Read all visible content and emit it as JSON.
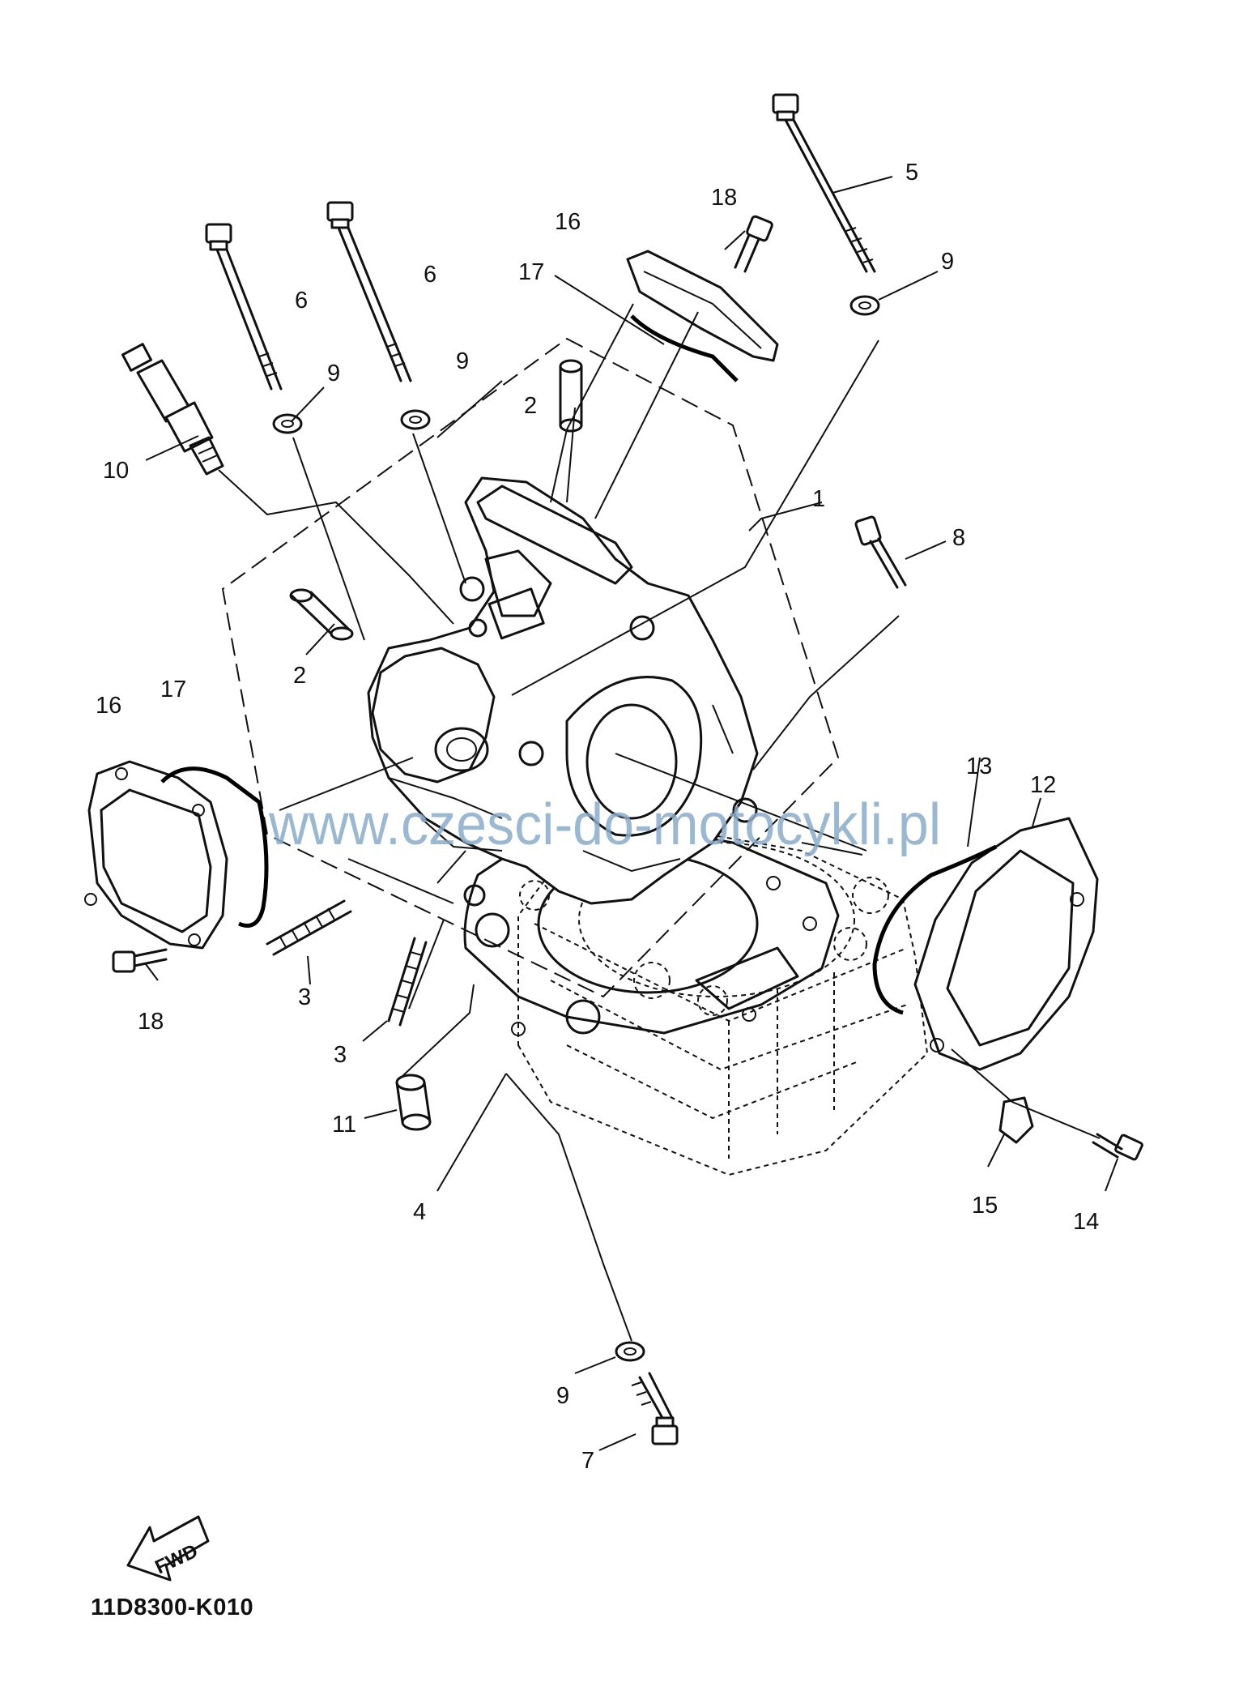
{
  "diagram": {
    "callouts": {
      "c1": "1",
      "c2a": "2",
      "c2b": "2",
      "c3a": "3",
      "c3b": "3",
      "c4": "4",
      "c5": "5",
      "c6a": "6",
      "c6b": "6",
      "c7": "7",
      "c8": "8",
      "c9a": "9",
      "c9b": "9",
      "c9c": "9",
      "c9d": "9",
      "c10": "10",
      "c11": "11",
      "c12": "12",
      "c13": "13",
      "c14": "14",
      "c15": "15",
      "c16a": "16",
      "c16b": "16",
      "c17a": "17",
      "c17b": "17",
      "c18a": "18",
      "c18b": "18"
    },
    "watermark": "www.czesci-do-motocykli.pl",
    "direction_label": "FWD",
    "drawing_code": "11D8300-K010"
  }
}
